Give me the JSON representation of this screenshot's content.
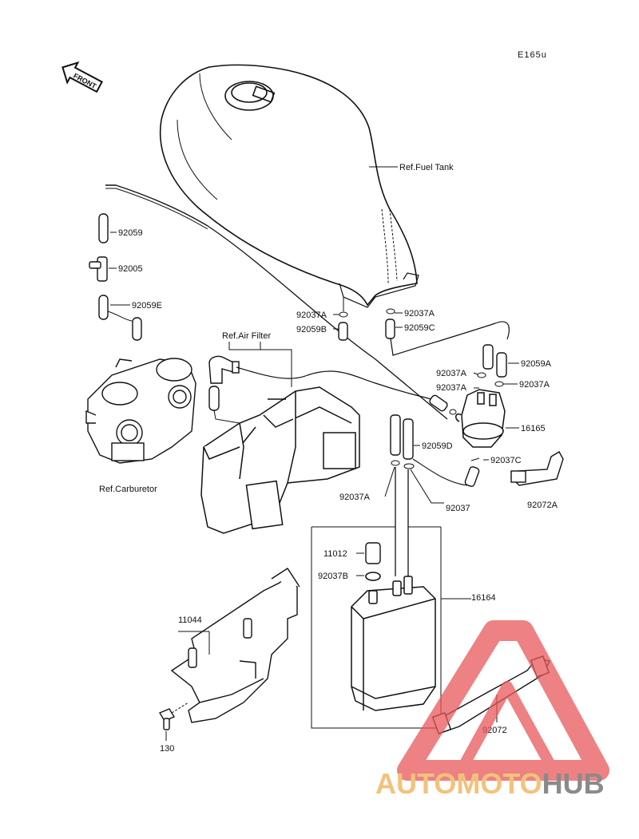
{
  "diagram_code": "E165u",
  "front_label": "FRONT",
  "refs": {
    "fuel_tank": "Ref.Fuel Tank",
    "air_filter": "Ref.Air Filter",
    "carburetor": "Ref.Carburetor"
  },
  "parts": {
    "p92059": "92059",
    "p92005": "92005",
    "p92059E": "92059E",
    "p92037A_l": "92037A",
    "p92059B": "92059B",
    "p92037A_r": "92037A",
    "p92059C": "92059C",
    "p92037A_a": "92037A",
    "p92059A": "92059A",
    "p92037A_b": "92037A",
    "p92037A_c": "92037A",
    "p16165": "16165",
    "p92059D": "92059D",
    "p92037C": "92037C",
    "p92072A": "92072A",
    "p92037A_d": "92037A",
    "p92037": "92037",
    "p11012": "11012",
    "p92037B": "92037B",
    "p16164": "16164",
    "p11044": "11044",
    "p130": "130",
    "p92072": "92072"
  },
  "watermark": {
    "part1": "AUTOMOTO",
    "part2": "HUB",
    "color1": "#f3c27a",
    "color2": "#8a8a8a",
    "triangle_color": "#e8585a"
  }
}
